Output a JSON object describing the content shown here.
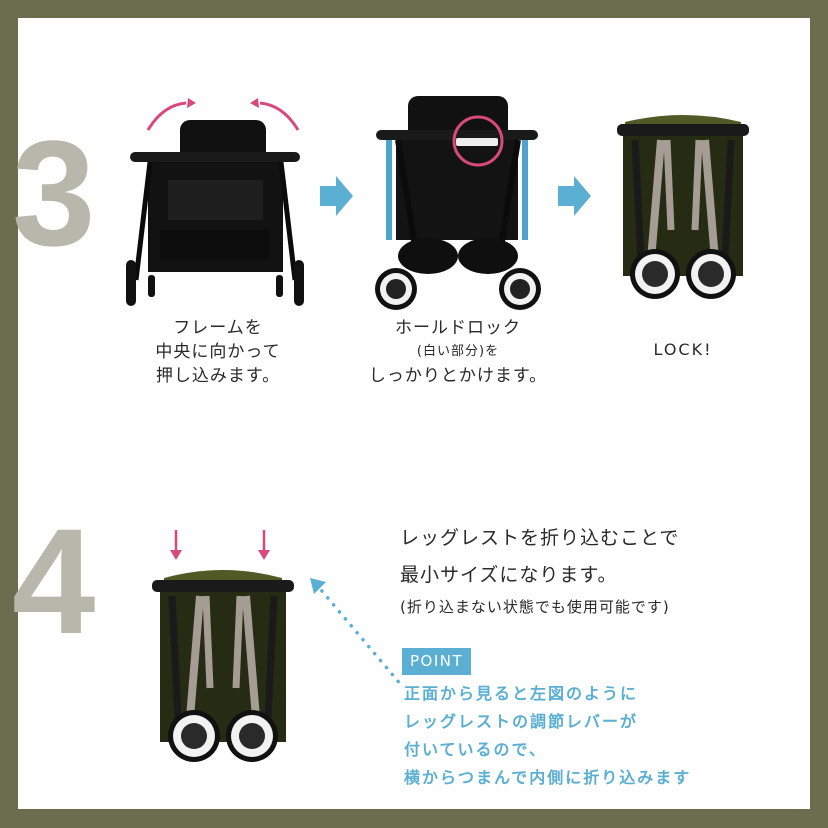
{
  "colors": {
    "border": "#6a6e4e",
    "background": "#fefefe",
    "step_number": "#b7b7ab",
    "accent_blue": "#5aafd3",
    "accent_pink": "#d9497a",
    "stroller_olive": "#4f5a26",
    "text": "#2a2a2a"
  },
  "step3": {
    "number": "3",
    "panels": [
      {
        "caption": [
          "フレームを",
          "中央に向かって",
          "押し込みます。"
        ],
        "image": "stroller-front-open-with-inward-arrows"
      },
      {
        "caption": [
          "ホールドロック",
          "(白い部分)を",
          "しっかりとかけます。"
        ],
        "image": "stroller-front-half-folded-with-circle-highlight"
      },
      {
        "caption": [
          "LOCK!"
        ],
        "image": "stroller-folded-locked"
      }
    ],
    "arrows": [
      "arrow-right-icon",
      "arrow-right-icon"
    ]
  },
  "step4": {
    "number": "4",
    "image": "stroller-folded-with-down-arrows",
    "description": [
      "レッグレストを折り込むことで",
      "最小サイズになります。"
    ],
    "note": "(折り込まない状態でも使用可能です)",
    "point_label": "POINT",
    "point_lines": [
      "正面から見ると左図のように",
      "レッグレストの調節レバーが",
      "付いているので、",
      "横からつまんで内側に折り込みます"
    ]
  }
}
